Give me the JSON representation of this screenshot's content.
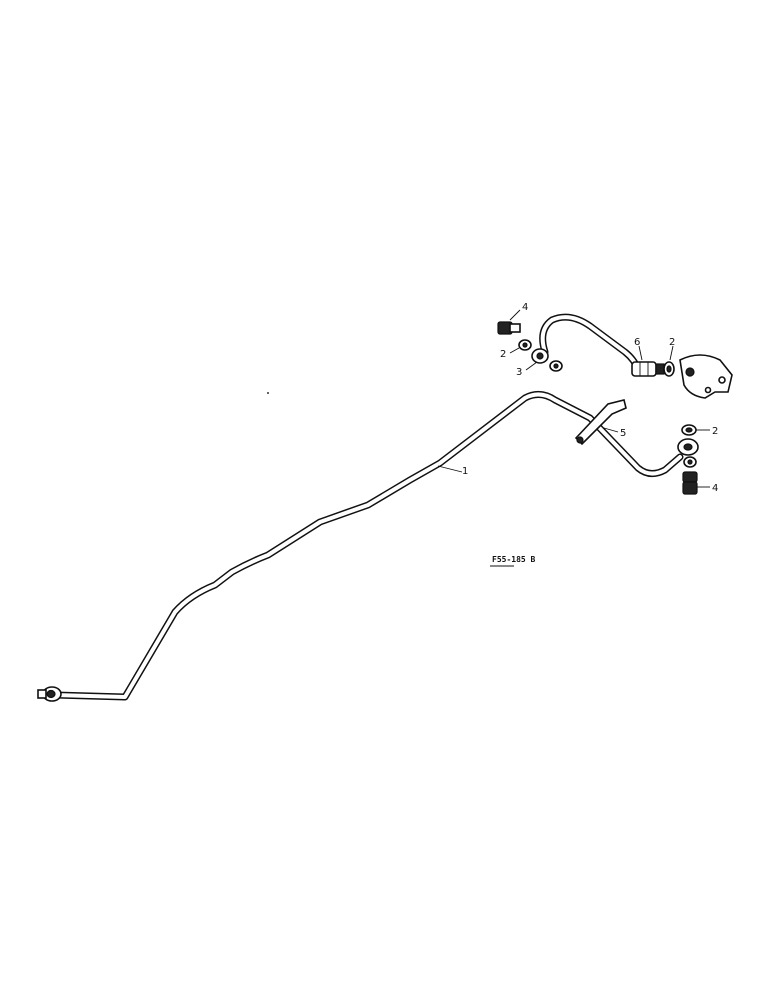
{
  "callouts": {
    "line1": "1",
    "washer_upper": "2",
    "washer_right_top": "2",
    "washer_right_fitting": "2",
    "banjo": "3",
    "bolt_upper": "4",
    "bolt_right": "4",
    "clip": "5",
    "hose": "6"
  },
  "reference_code": "F55-185 B"
}
